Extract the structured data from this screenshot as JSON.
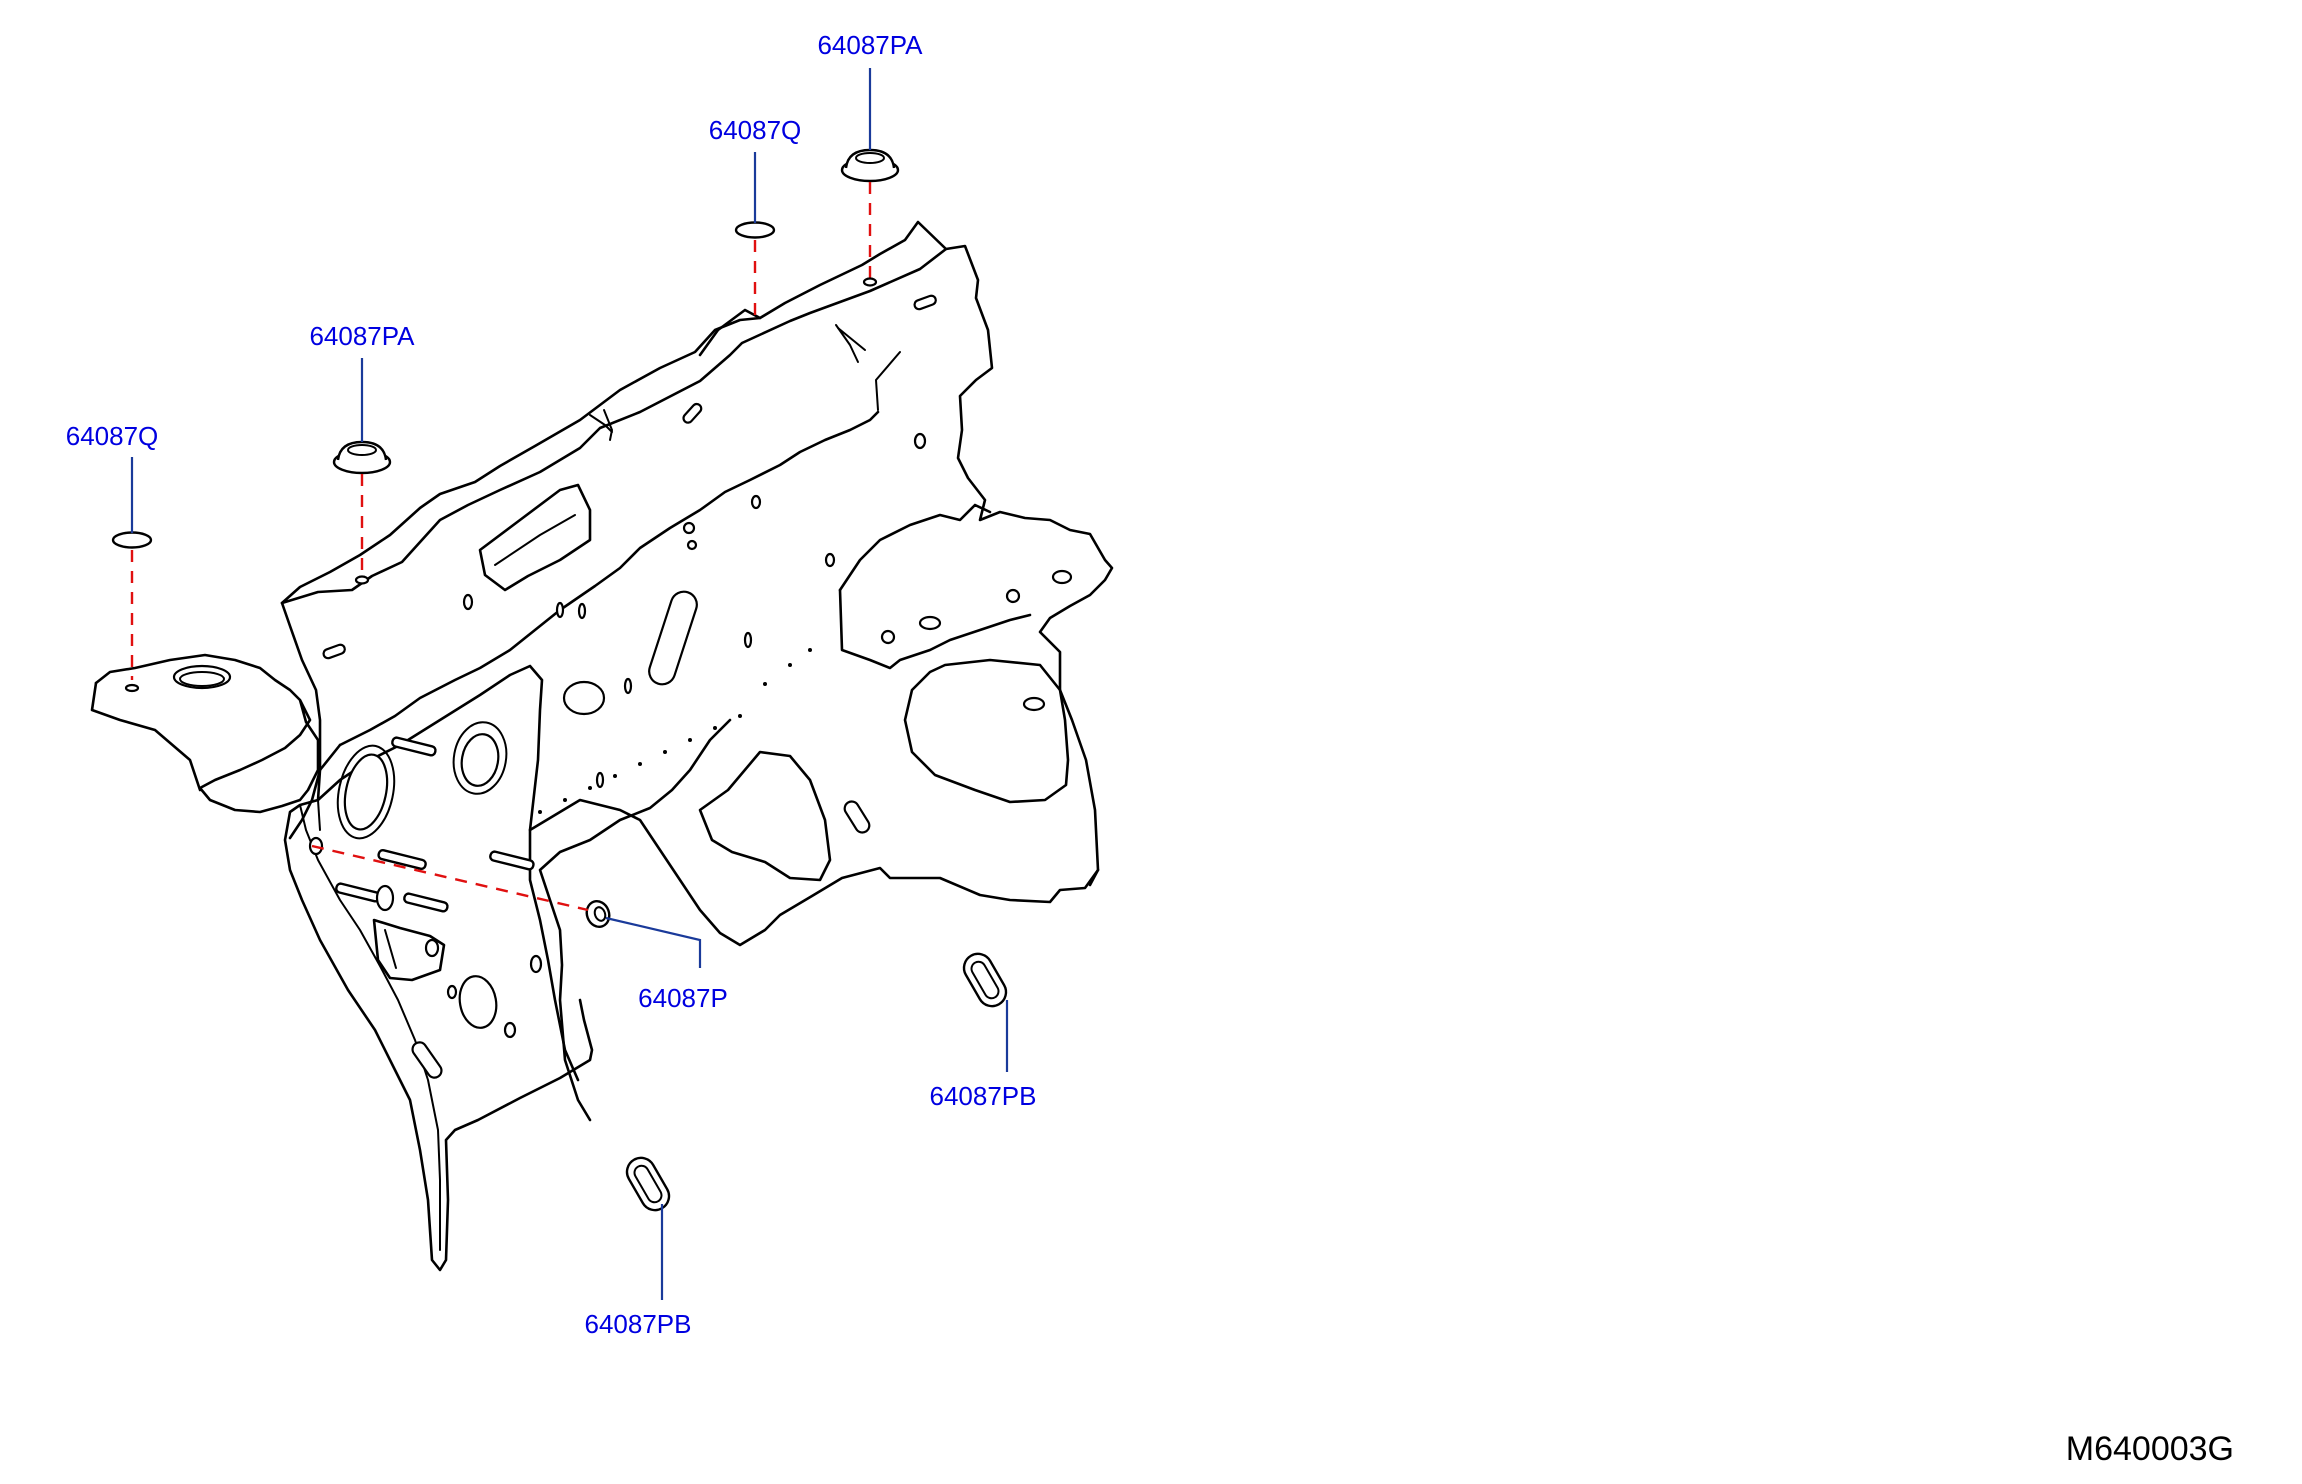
{
  "diagram": {
    "code": "M640003G",
    "callouts": [
      {
        "id": "c1",
        "label": "64087PA",
        "part": "grommet"
      },
      {
        "id": "c2",
        "label": "64087Q",
        "part": "plug"
      },
      {
        "id": "c3",
        "label": "64087PA",
        "part": "grommet"
      },
      {
        "id": "c4",
        "label": "64087Q",
        "part": "plug"
      },
      {
        "id": "c5",
        "label": "64087P",
        "part": "plug"
      },
      {
        "id": "c6",
        "label": "64087PB",
        "part": "oval-grommet"
      },
      {
        "id": "c7",
        "label": "64087PB",
        "part": "oval-grommet"
      }
    ]
  },
  "colors": {
    "label": "#0000e0",
    "leader": "#1a3a9a",
    "dash": "#e01010",
    "line": "#000000",
    "background": "#ffffff"
  }
}
